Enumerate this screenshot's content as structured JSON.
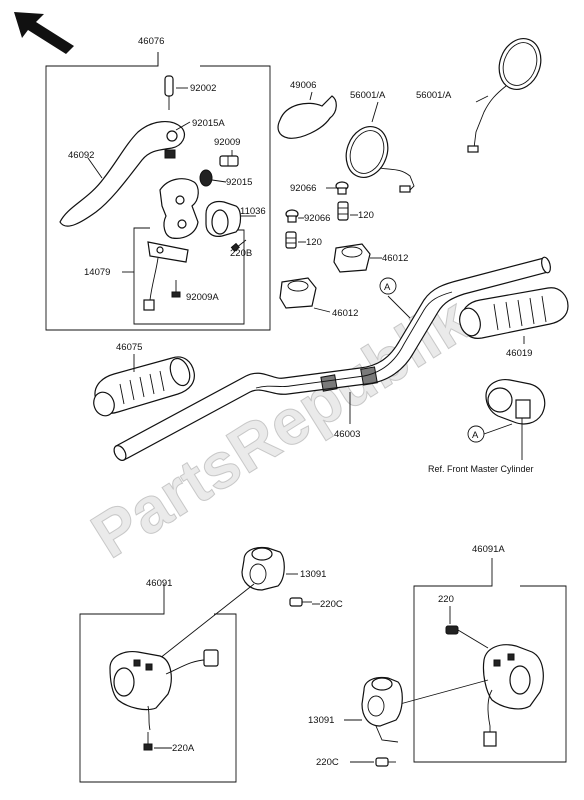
{
  "watermark": "PartsRepublik",
  "labels": {
    "p46076": "46076",
    "p92002": "92002",
    "p92015A": "92015A",
    "p92009": "92009",
    "p46092": "46092",
    "p92015": "92015",
    "p11036": "11036",
    "p220B": "220B",
    "p14079": "14079",
    "p92009A": "92009A",
    "p49006": "49006",
    "p56001A_1": "56001/A",
    "p56001A_2": "56001/A",
    "p92066_1": "92066",
    "p92066_2": "92066",
    "p120_1": "120",
    "p120_2": "120",
    "p46012_1": "46012",
    "p46012_2": "46012",
    "p46075": "46075",
    "p46019": "46019",
    "p46003": "46003",
    "refA_1": "A",
    "refA_2": "A",
    "ref_note": "Ref. Front Master Cylinder",
    "p13091_1": "13091",
    "p220C_1": "220C",
    "p46091": "46091",
    "p220A": "220A",
    "p46091A": "46091A",
    "p220": "220",
    "p13091_2": "13091",
    "p220C_2": "220C"
  }
}
